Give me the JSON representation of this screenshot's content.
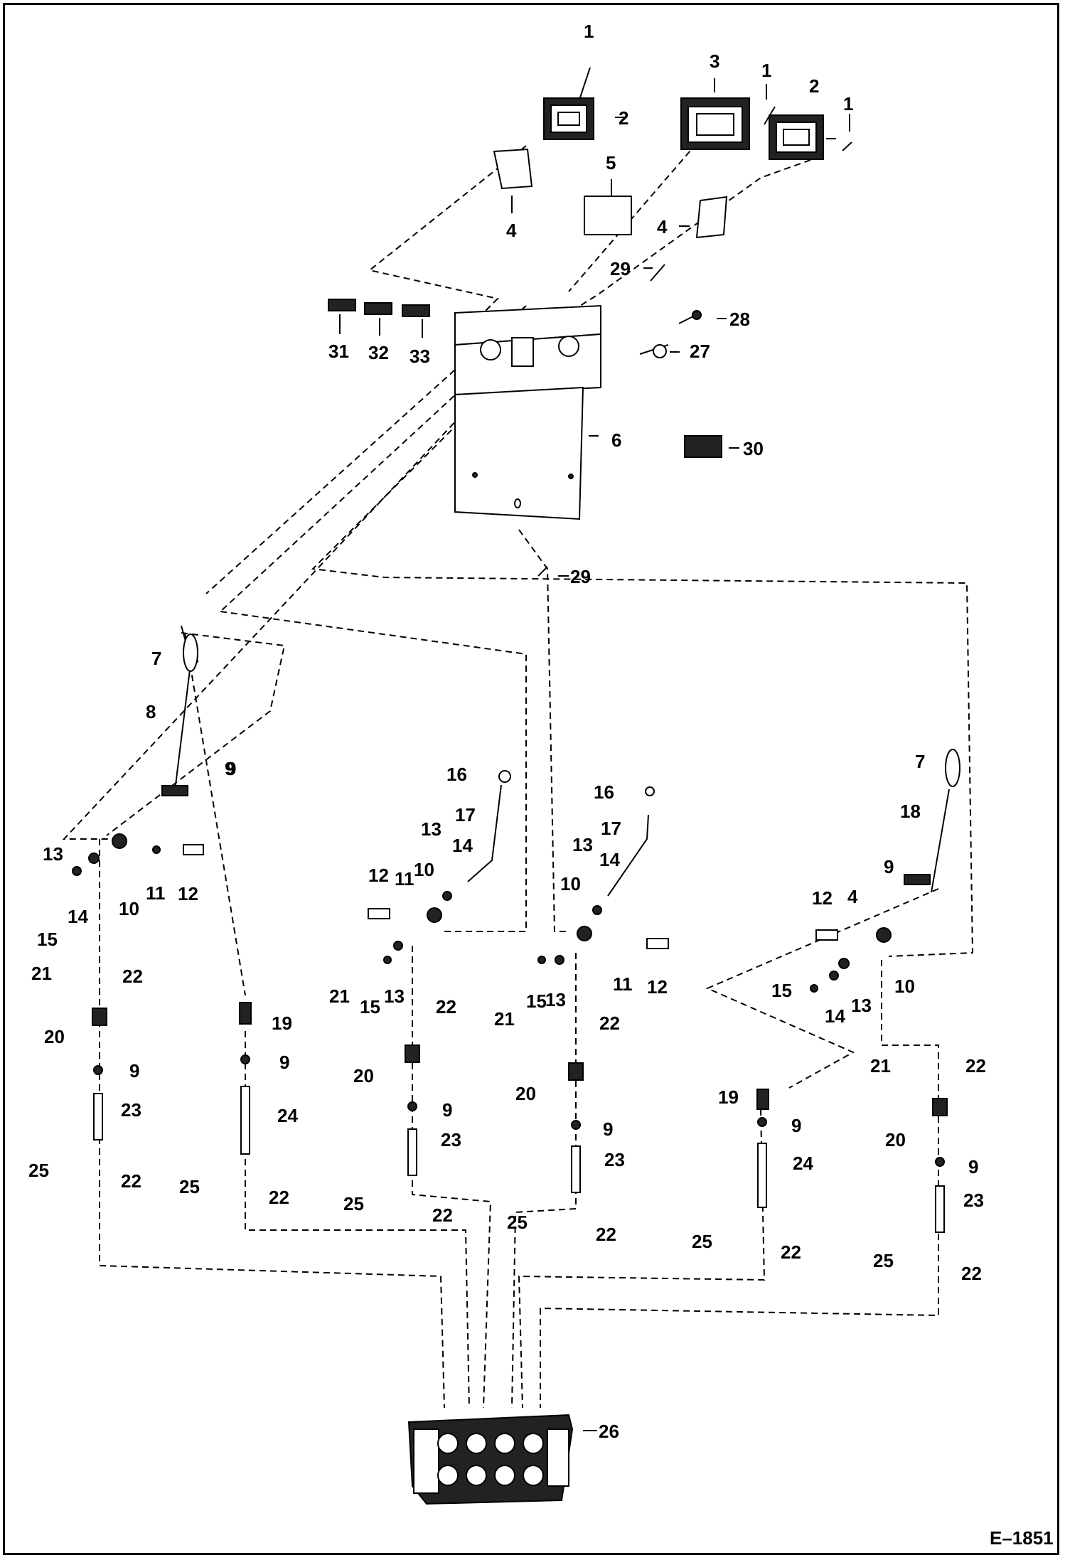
{
  "diagram": {
    "drawing_number": "E–1851",
    "callouts": [
      {
        "id": "c1a",
        "text": "1"
      },
      {
        "id": "c1b",
        "text": "1"
      },
      {
        "id": "c1c",
        "text": "1"
      },
      {
        "id": "c2a",
        "text": "2"
      },
      {
        "id": "c2b",
        "text": "2"
      },
      {
        "id": "c3",
        "text": "3"
      },
      {
        "id": "c4a",
        "text": "4"
      },
      {
        "id": "c4b",
        "text": "4"
      },
      {
        "id": "c4c",
        "text": "4"
      },
      {
        "id": "c5",
        "text": "5"
      },
      {
        "id": "c6",
        "text": "6"
      },
      {
        "id": "c7a",
        "text": "7"
      },
      {
        "id": "c7b",
        "text": "7"
      },
      {
        "id": "c8",
        "text": "8"
      },
      {
        "id": "c9a",
        "text": "9"
      },
      {
        "id": "c9b",
        "text": "9"
      },
      {
        "id": "c9c",
        "text": "9"
      },
      {
        "id": "c9d",
        "text": "9"
      },
      {
        "id": "c9e",
        "text": "9"
      },
      {
        "id": "c9f",
        "text": "9"
      },
      {
        "id": "c9g",
        "text": "9"
      },
      {
        "id": "c9h",
        "text": "9"
      },
      {
        "id": "c9i",
        "text": "9"
      },
      {
        "id": "c10a",
        "text": "10"
      },
      {
        "id": "c10b",
        "text": "10"
      },
      {
        "id": "c10c",
        "text": "10"
      },
      {
        "id": "c10d",
        "text": "10"
      },
      {
        "id": "c11a",
        "text": "11"
      },
      {
        "id": "c11b",
        "text": "11"
      },
      {
        "id": "c11c",
        "text": "11"
      },
      {
        "id": "c12a",
        "text": "12"
      },
      {
        "id": "c12b",
        "text": "12"
      },
      {
        "id": "c12c",
        "text": "12"
      },
      {
        "id": "c12d",
        "text": "12"
      },
      {
        "id": "c13a",
        "text": "13"
      },
      {
        "id": "c13b",
        "text": "13"
      },
      {
        "id": "c13c",
        "text": "13"
      },
      {
        "id": "c13d",
        "text": "13"
      },
      {
        "id": "c13e",
        "text": "13"
      },
      {
        "id": "c13f",
        "text": "13"
      },
      {
        "id": "c14a",
        "text": "14"
      },
      {
        "id": "c14b",
        "text": "14"
      },
      {
        "id": "c14c",
        "text": "14"
      },
      {
        "id": "c14d",
        "text": "14"
      },
      {
        "id": "c15a",
        "text": "15"
      },
      {
        "id": "c15b",
        "text": "15"
      },
      {
        "id": "c15c",
        "text": "15"
      },
      {
        "id": "c15d",
        "text": "15"
      },
      {
        "id": "c16a",
        "text": "16"
      },
      {
        "id": "c16b",
        "text": "16"
      },
      {
        "id": "c17a",
        "text": "17"
      },
      {
        "id": "c17b",
        "text": "17"
      },
      {
        "id": "c18",
        "text": "18"
      },
      {
        "id": "c19a",
        "text": "19"
      },
      {
        "id": "c19b",
        "text": "19"
      },
      {
        "id": "c20a",
        "text": "20"
      },
      {
        "id": "c20b",
        "text": "20"
      },
      {
        "id": "c20c",
        "text": "20"
      },
      {
        "id": "c20d",
        "text": "20"
      },
      {
        "id": "c21a",
        "text": "21"
      },
      {
        "id": "c21b",
        "text": "21"
      },
      {
        "id": "c21c",
        "text": "21"
      },
      {
        "id": "c21d",
        "text": "21"
      },
      {
        "id": "c22a",
        "text": "22"
      },
      {
        "id": "c22b",
        "text": "22"
      },
      {
        "id": "c22c",
        "text": "22"
      },
      {
        "id": "c22d",
        "text": "22"
      },
      {
        "id": "c22e",
        "text": "22"
      },
      {
        "id": "c22f",
        "text": "22"
      },
      {
        "id": "c22g",
        "text": "22"
      },
      {
        "id": "c22h",
        "text": "22"
      },
      {
        "id": "c22i",
        "text": "22"
      },
      {
        "id": "c22j",
        "text": "22"
      },
      {
        "id": "c22k",
        "text": "22"
      },
      {
        "id": "c23a",
        "text": "23"
      },
      {
        "id": "c23b",
        "text": "23"
      },
      {
        "id": "c23c",
        "text": "23"
      },
      {
        "id": "c23d",
        "text": "23"
      },
      {
        "id": "c24a",
        "text": "24"
      },
      {
        "id": "c24b",
        "text": "24"
      },
      {
        "id": "c25a",
        "text": "25"
      },
      {
        "id": "c25b",
        "text": "25"
      },
      {
        "id": "c25c",
        "text": "25"
      },
      {
        "id": "c25d",
        "text": "25"
      },
      {
        "id": "c25e",
        "text": "25"
      },
      {
        "id": "c25f",
        "text": "25"
      },
      {
        "id": "c26",
        "text": "26"
      },
      {
        "id": "c27",
        "text": "27"
      },
      {
        "id": "c28",
        "text": "28"
      },
      {
        "id": "c29a",
        "text": "29"
      },
      {
        "id": "c29b",
        "text": "29"
      },
      {
        "id": "c30",
        "text": "30"
      },
      {
        "id": "c31",
        "text": "31"
      },
      {
        "id": "c32",
        "text": "32"
      },
      {
        "id": "c33",
        "text": "33"
      }
    ]
  }
}
